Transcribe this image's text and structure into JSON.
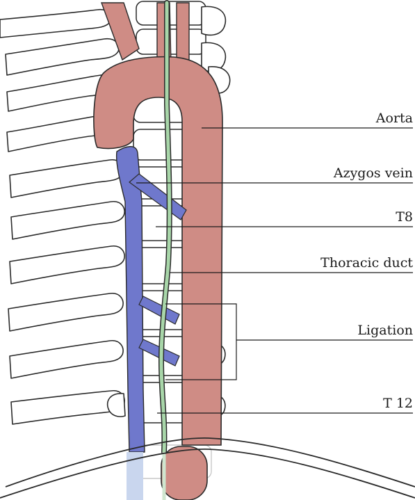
{
  "labels": {
    "aorta": "Aorta",
    "azygos_vein": "Azygos vein",
    "t8": "T8",
    "thoracic_duct": "Thoracic duct",
    "ligation": "Ligation",
    "t12": "T 12"
  },
  "colors": {
    "aorta": "#cf8c85",
    "azygos_vein": "#6f78cc",
    "thoracic_duct": "#a8d6a9",
    "bone_outline": "#2a2a2a",
    "background": "#ffffff"
  }
}
